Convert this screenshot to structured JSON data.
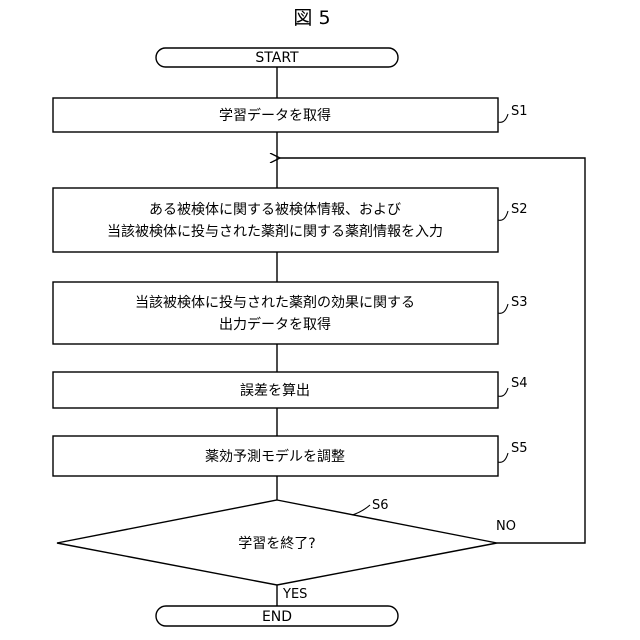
{
  "figure": {
    "title": "図 5"
  },
  "terminals": {
    "start": "START",
    "end": "END"
  },
  "steps": [
    {
      "id": "S1",
      "label": "S1",
      "lines": [
        "学習データを取得"
      ]
    },
    {
      "id": "S2",
      "label": "S2",
      "lines": [
        "ある被検体に関する被検体情報、および",
        "当該被検体に投与された薬剤に関する薬剤情報を入力"
      ]
    },
    {
      "id": "S3",
      "label": "S3",
      "lines": [
        "当該被検体に投与された薬剤の効果に関する",
        "出力データを取得"
      ]
    },
    {
      "id": "S4",
      "label": "S4",
      "lines": [
        "誤差を算出"
      ]
    },
    {
      "id": "S5",
      "label": "S5",
      "lines": [
        "薬効予測モデルを調整"
      ]
    }
  ],
  "decision": {
    "id": "S6",
    "label": "S6",
    "question": "学習を終了?",
    "yes_label": "YES",
    "no_label": "NO"
  }
}
